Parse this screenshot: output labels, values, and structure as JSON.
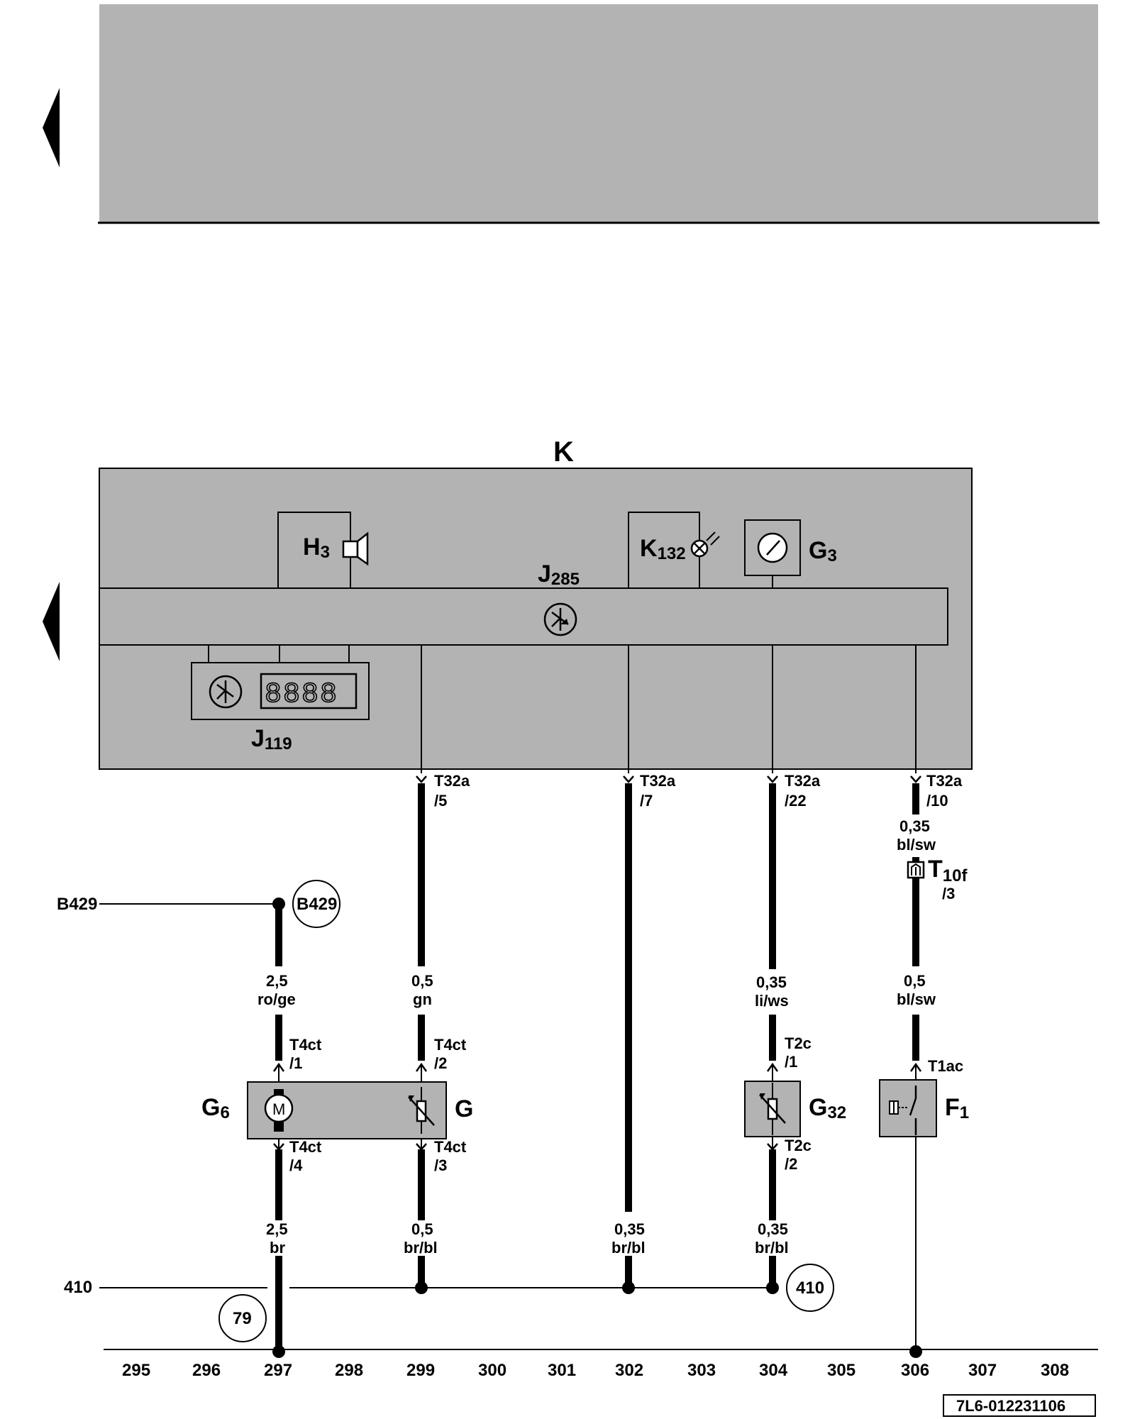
{
  "diagram": {
    "title_component": "K",
    "doc_id": "7L6-012231106",
    "components": {
      "H3": {
        "main": "H",
        "sub": "3"
      },
      "K132": {
        "main": "K",
        "sub": "132"
      },
      "G3": {
        "main": "G",
        "sub": "3"
      },
      "J285": {
        "main": "J",
        "sub": "285"
      },
      "J119": {
        "main": "J",
        "sub": "119"
      },
      "G6": {
        "main": "G",
        "sub": "6"
      },
      "G": {
        "main": "G",
        "sub": ""
      },
      "G32": {
        "main": "G",
        "sub": "32"
      },
      "F1": {
        "main": "F",
        "sub": "1"
      },
      "T10f": {
        "main": "T",
        "sub": "10f",
        "pin": "/3"
      },
      "M": "M",
      "display": "8888"
    },
    "connectors": [
      {
        "id": "c1",
        "name": "T32a",
        "pin": "/5"
      },
      {
        "id": "c2",
        "name": "T32a",
        "pin": "/7"
      },
      {
        "id": "c3",
        "name": "T32a",
        "pin": "/22"
      },
      {
        "id": "c4",
        "name": "T32a",
        "pin": "/10"
      },
      {
        "id": "c5",
        "name": "T4ct",
        "pin": "/1"
      },
      {
        "id": "c6",
        "name": "T4ct",
        "pin": "/2"
      },
      {
        "id": "c7",
        "name": "T4ct",
        "pin": "/4"
      },
      {
        "id": "c8",
        "name": "T4ct",
        "pin": "/3"
      },
      {
        "id": "c9",
        "name": "T2c",
        "pin": "/1"
      },
      {
        "id": "c10",
        "name": "T2c",
        "pin": "/2"
      },
      {
        "id": "c11",
        "name": "T1ac",
        "pin": ""
      }
    ],
    "wires": [
      {
        "id": "w1",
        "size": "2,5",
        "color": "ro/ge"
      },
      {
        "id": "w2",
        "size": "0,5",
        "color": "gn"
      },
      {
        "id": "w3",
        "size": "0,35",
        "color": "li/ws"
      },
      {
        "id": "w4",
        "size": "0,35",
        "color": "bl/sw"
      },
      {
        "id": "w5",
        "size": "0,5",
        "color": "bl/sw"
      },
      {
        "id": "w6",
        "size": "2,5",
        "color": "br"
      },
      {
        "id": "w7",
        "size": "0,5",
        "color": "br/bl"
      },
      {
        "id": "w8",
        "size": "0,35",
        "color": "br/bl"
      },
      {
        "id": "w9",
        "size": "0,35",
        "color": "br/bl"
      }
    ],
    "refs": {
      "b429_line": "B429",
      "b429_circle": "B429",
      "r410_line": "410",
      "r410_circle": "410",
      "r79": "79"
    },
    "axis": [
      "295",
      "296",
      "297",
      "298",
      "299",
      "300",
      "301",
      "302",
      "303",
      "304",
      "305",
      "306",
      "307",
      "308"
    ]
  }
}
